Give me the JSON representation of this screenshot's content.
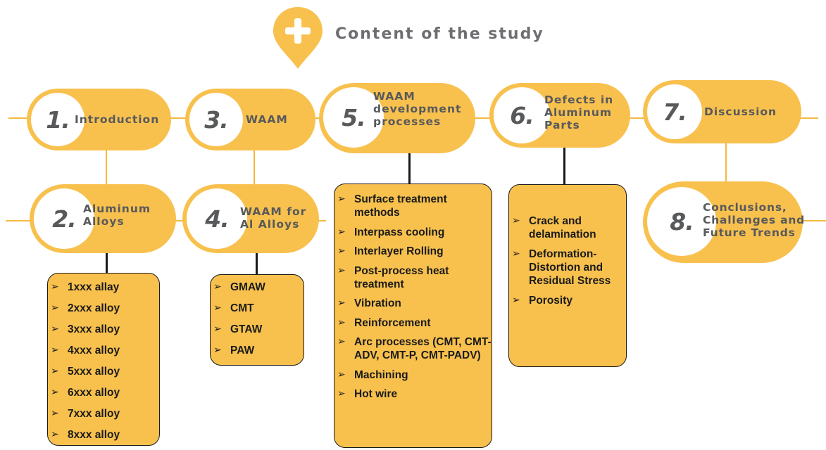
{
  "header": {
    "title": "Content of the study",
    "icon": "plus-pin-icon"
  },
  "colors": {
    "accent": "#f8c14e",
    "line": "#f4b940",
    "text": "#58595b"
  },
  "nodes": [
    {
      "num": "1.",
      "label": "Introduction"
    },
    {
      "num": "2.",
      "label": "Aluminum\nAlloys"
    },
    {
      "num": "3.",
      "label": "WAAM"
    },
    {
      "num": "4.",
      "label": "WAAM for\nAl Alloys"
    },
    {
      "num": "5.",
      "label": "WAAM\ndevelopment\nprocesses"
    },
    {
      "num": "6.",
      "label": "Defects in\nAluminum\nParts"
    },
    {
      "num": "7.",
      "label": "Discussion"
    },
    {
      "num": "8.",
      "label": "Conclusions,\nChallenges and\nFuture Trends"
    }
  ],
  "lists": {
    "alloys": [
      "1xxx allay",
      "2xxx alloy",
      "3xxx alloy",
      "4xxx alloy",
      "5xxx alloy",
      "6xxx alloy",
      "7xxx alloy",
      "8xxx alloy"
    ],
    "waam_al": [
      "GMAW",
      "CMT",
      "GTAW",
      "PAW"
    ],
    "processes": [
      "Surface treatment methods",
      "Interpass cooling",
      "Interlayer Rolling",
      "Post-process heat treatment",
      "Vibration",
      "Reinforcement",
      "Arc processes (CMT, CMT-ADV, CMT-P, CMT-PADV)",
      "Machining",
      "Hot wire"
    ],
    "defects": [
      "Crack and delamination",
      "Deformation-Distortion and Residual Stress",
      "Porosity"
    ]
  },
  "bullet_glyph": "➢"
}
